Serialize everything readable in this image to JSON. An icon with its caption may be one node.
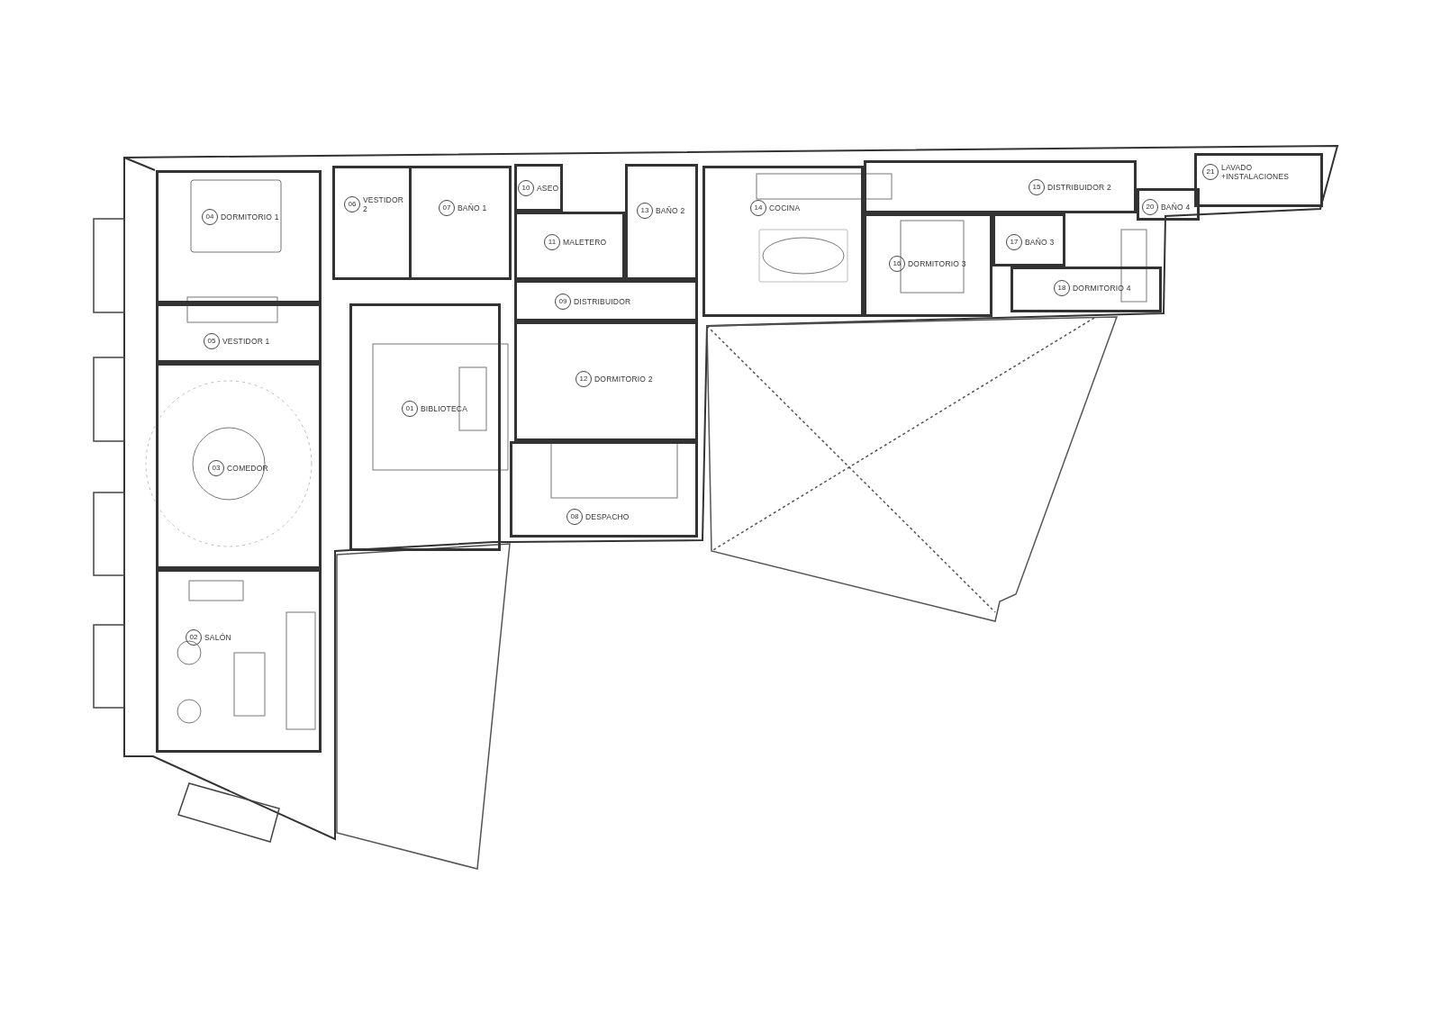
{
  "diagram": {
    "nodes": [
      {
        "text": [
          "01",
          "BIBLIOTECA"
        ]
      },
      {
        "text": [
          "02",
          "SALÓN"
        ]
      },
      {
        "text": [
          "03",
          "COMEDOR"
        ]
      },
      {
        "text": [
          "04",
          "DORMITORIO 1"
        ]
      },
      {
        "text": [
          "05",
          "VESTIDOR 1"
        ]
      },
      {
        "text": [
          "06",
          "VESTIDOR 2"
        ]
      },
      {
        "text": [
          "07",
          "BAÑO 1"
        ]
      },
      {
        "text": [
          "08",
          "DESPACHO"
        ]
      },
      {
        "text": [
          "09",
          "DISTRIBUIDOR"
        ]
      },
      {
        "text": [
          "10",
          "ASEO"
        ]
      },
      {
        "text": [
          "11",
          "MALETERO"
        ]
      },
      {
        "text": [
          "12",
          "DORMITORIO 2"
        ]
      },
      {
        "text": [
          "13",
          "BAÑO 2"
        ]
      },
      {
        "text": [
          "14",
          "COCINA"
        ]
      },
      {
        "text": [
          "15",
          "DISTRIBUIDOR 2"
        ]
      },
      {
        "text": [
          "16",
          "DORMITORIO 3"
        ]
      },
      {
        "text": [
          "17",
          "BAÑO 3"
        ]
      },
      {
        "text": [
          "18",
          "DORMITORIO 4"
        ]
      },
      {
        "text": [
          "20",
          "BAÑO 4"
        ]
      },
      {
        "text": [
          "21",
          "LAVADO +INSTALACIONES"
        ]
      }
    ]
  }
}
